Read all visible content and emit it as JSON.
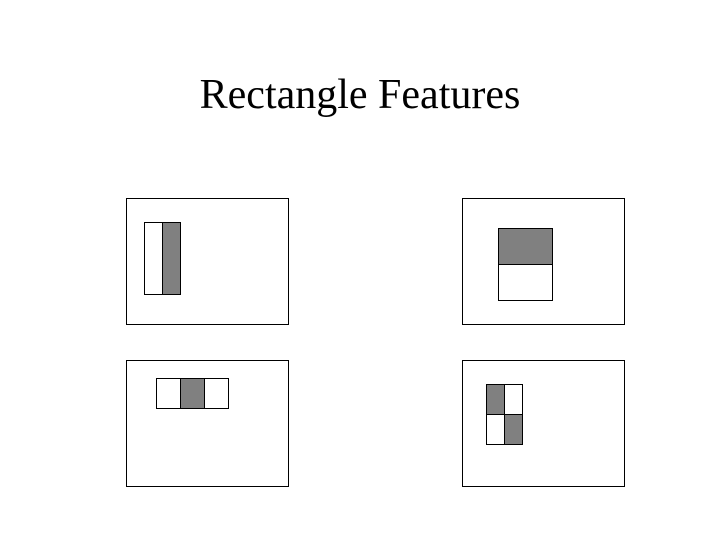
{
  "slide": {
    "title": "Rectangle Features"
  },
  "colors": {
    "background": "#ffffff",
    "outline": "#000000",
    "dark_region": "#808080",
    "light_region": "#ffffff"
  },
  "features": [
    {
      "id": "two-rectangle-vertical",
      "cells": [
        [
          "light",
          "dark"
        ]
      ]
    },
    {
      "id": "two-rectangle-horizontal",
      "cells": [
        [
          "dark"
        ],
        [
          "light"
        ]
      ]
    },
    {
      "id": "three-rectangle",
      "cells": [
        [
          "light",
          "dark",
          "light"
        ]
      ]
    },
    {
      "id": "four-rectangle",
      "cells": [
        [
          "dark",
          "light"
        ],
        [
          "light",
          "dark"
        ]
      ]
    }
  ]
}
